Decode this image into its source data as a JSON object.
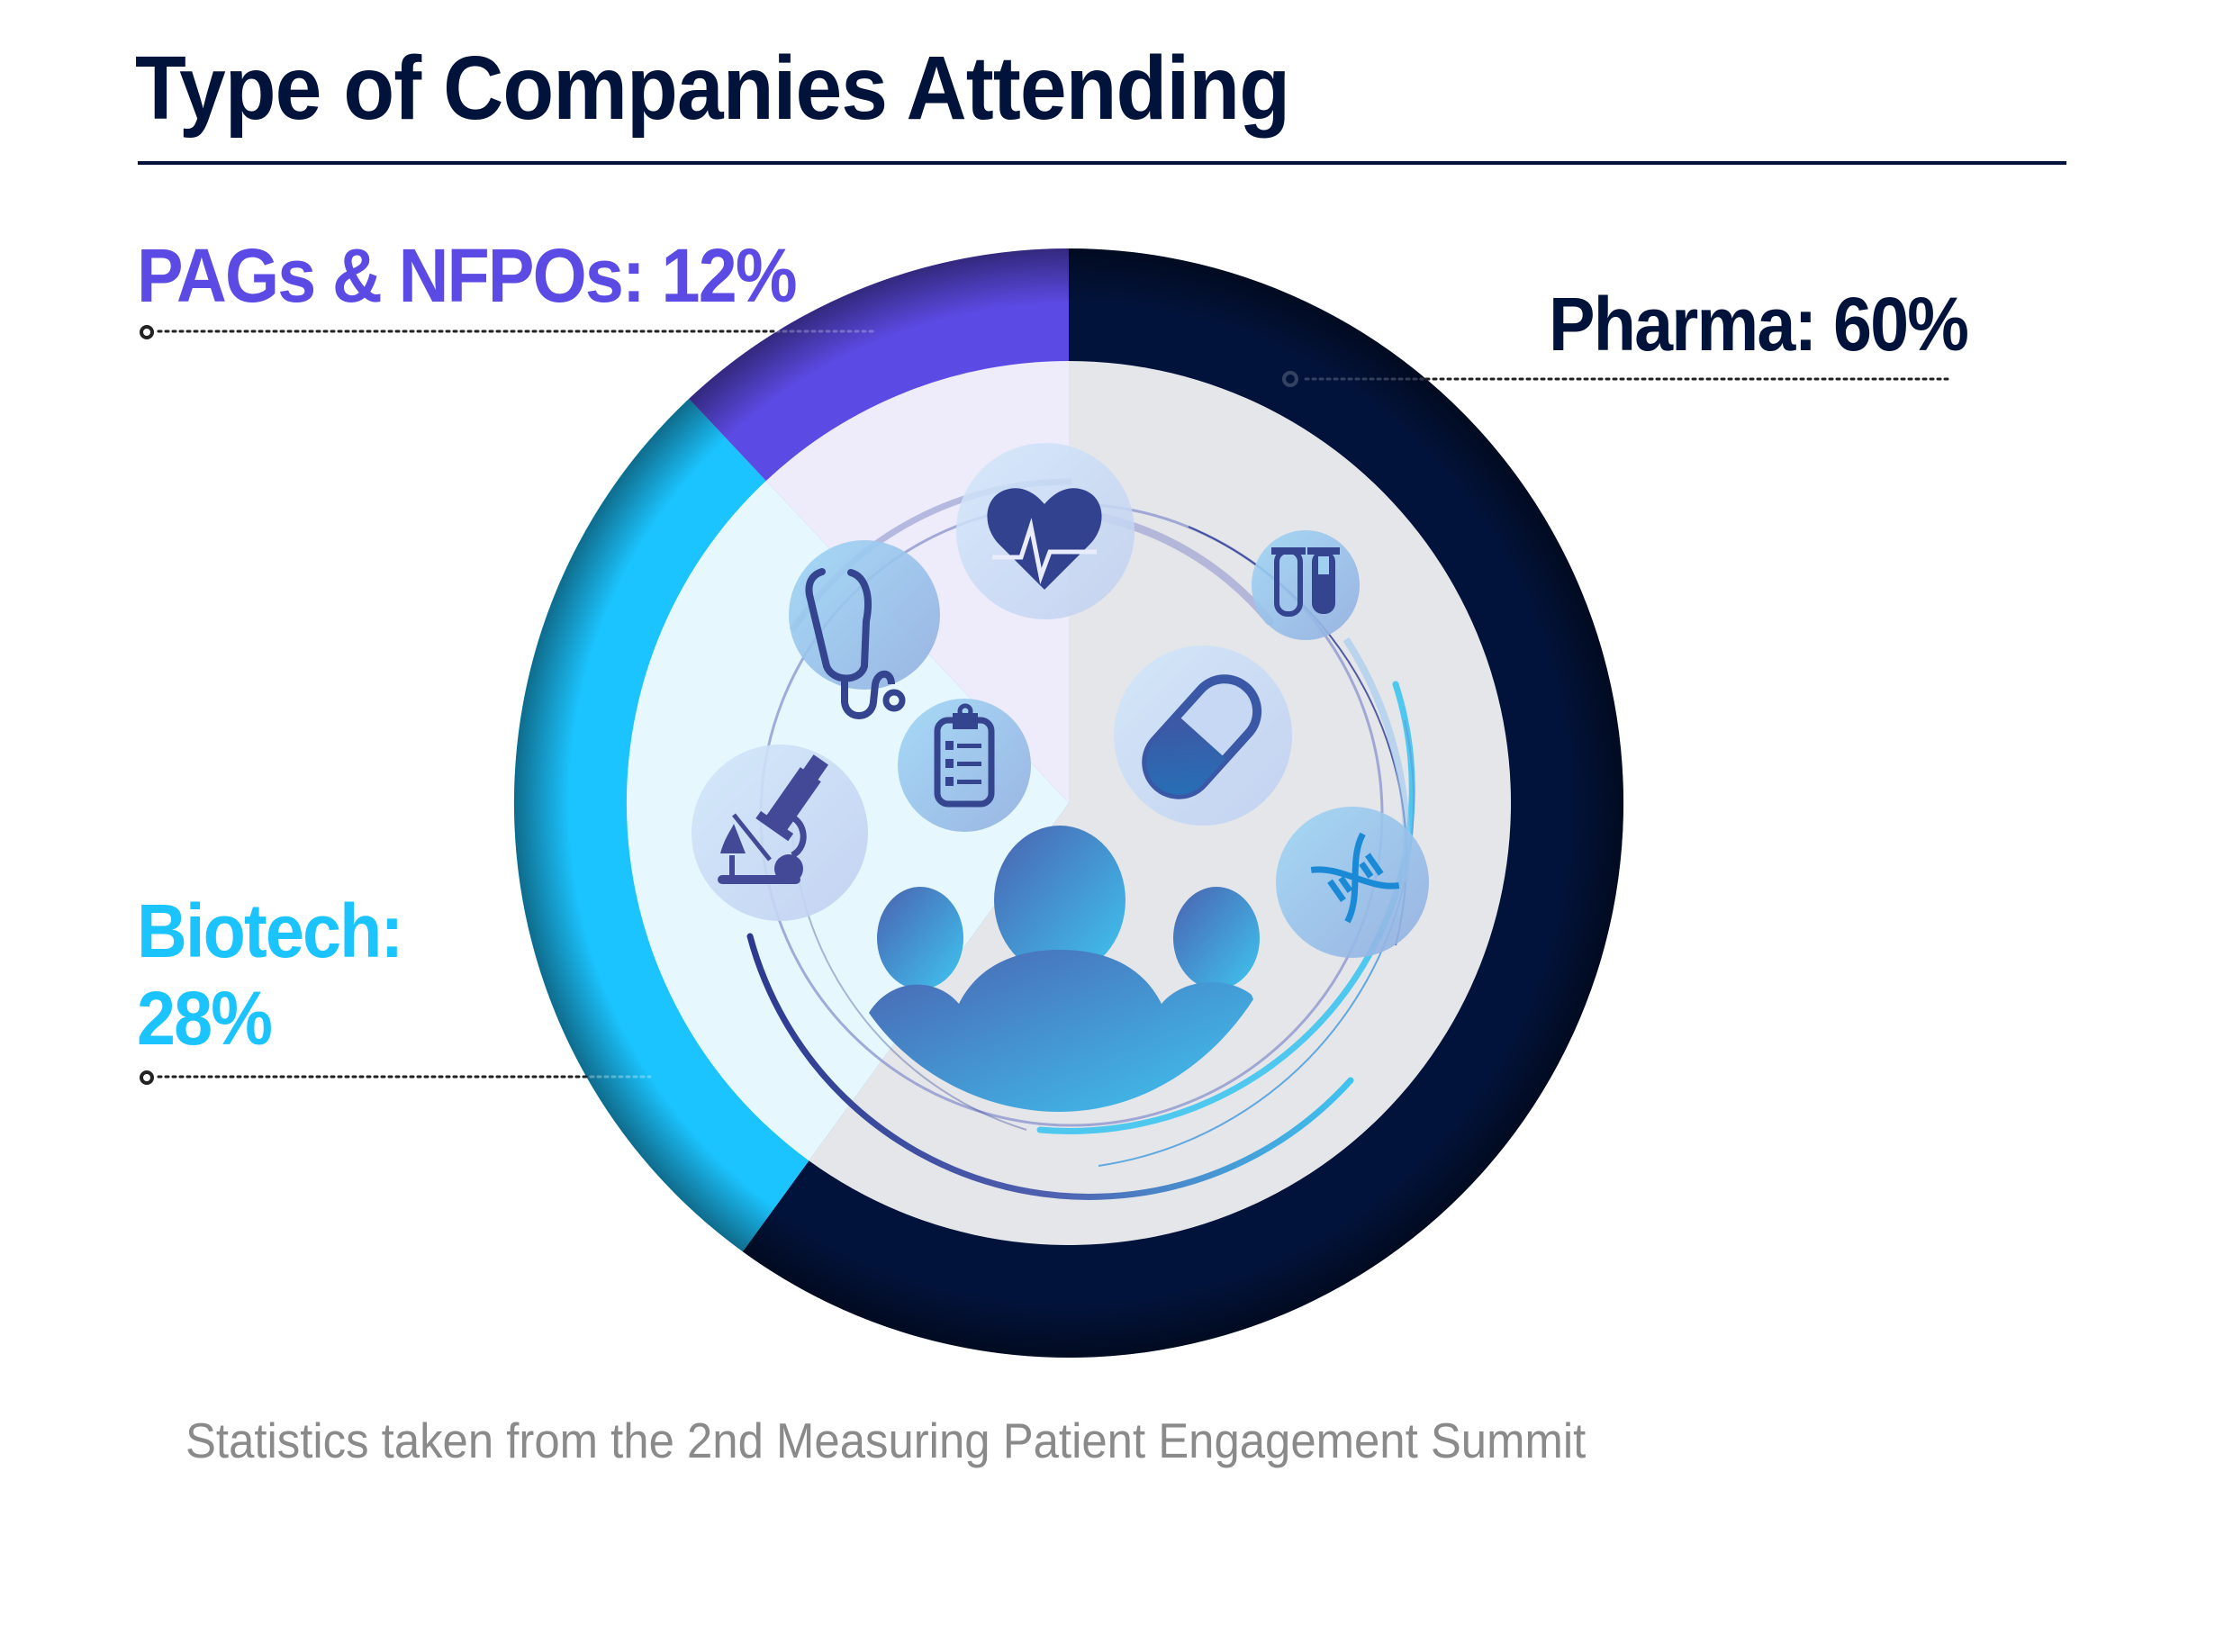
{
  "header": {
    "title": "Type of Companies Attending"
  },
  "labels": {
    "pags": {
      "text": "PAGs & NFPOs: 12%",
      "color": "#5c4ae4"
    },
    "pharma": {
      "text": "Pharma: 60%",
      "color": "#02133b"
    },
    "biotech_line1": "Biotech:",
    "biotech_line2": "28%",
    "biotech_color": "#1bc4ff"
  },
  "icons": [
    "heart-pulse-icon",
    "stethoscope-icon",
    "test-tubes-icon",
    "pill-capsule-icon",
    "clipboard-checklist-icon",
    "microscope-icon",
    "dna-helix-icon",
    "people-group-icon"
  ],
  "footer": {
    "note": "Statistics taken from the 2nd Measuring Patient Engagement Summit"
  },
  "colors": {
    "pharma": "#02133b",
    "biotech": "#1bc4ff",
    "pags": "#5c4ae4",
    "pharma_inner": "#e5e6ea",
    "biotech_inner": "#e6f8fe",
    "pags_inner": "#eeebfb"
  },
  "chart_data": {
    "type": "pie",
    "title": "Type of Companies Attending",
    "subtitle": "",
    "categories": [
      "Pharma",
      "Biotech",
      "PAGs & NFPOs"
    ],
    "values": [
      60,
      28,
      12
    ],
    "unit": "%",
    "colors": [
      "#02133b",
      "#1bc4ff",
      "#5c4ae4"
    ],
    "style": "donut",
    "start_angle": "12 o'clock, clockwise",
    "legend": "direct labels with dotted leader lines",
    "annotations": [
      "Statistics taken from the 2nd Measuring Patient Engagement Summit"
    ]
  }
}
